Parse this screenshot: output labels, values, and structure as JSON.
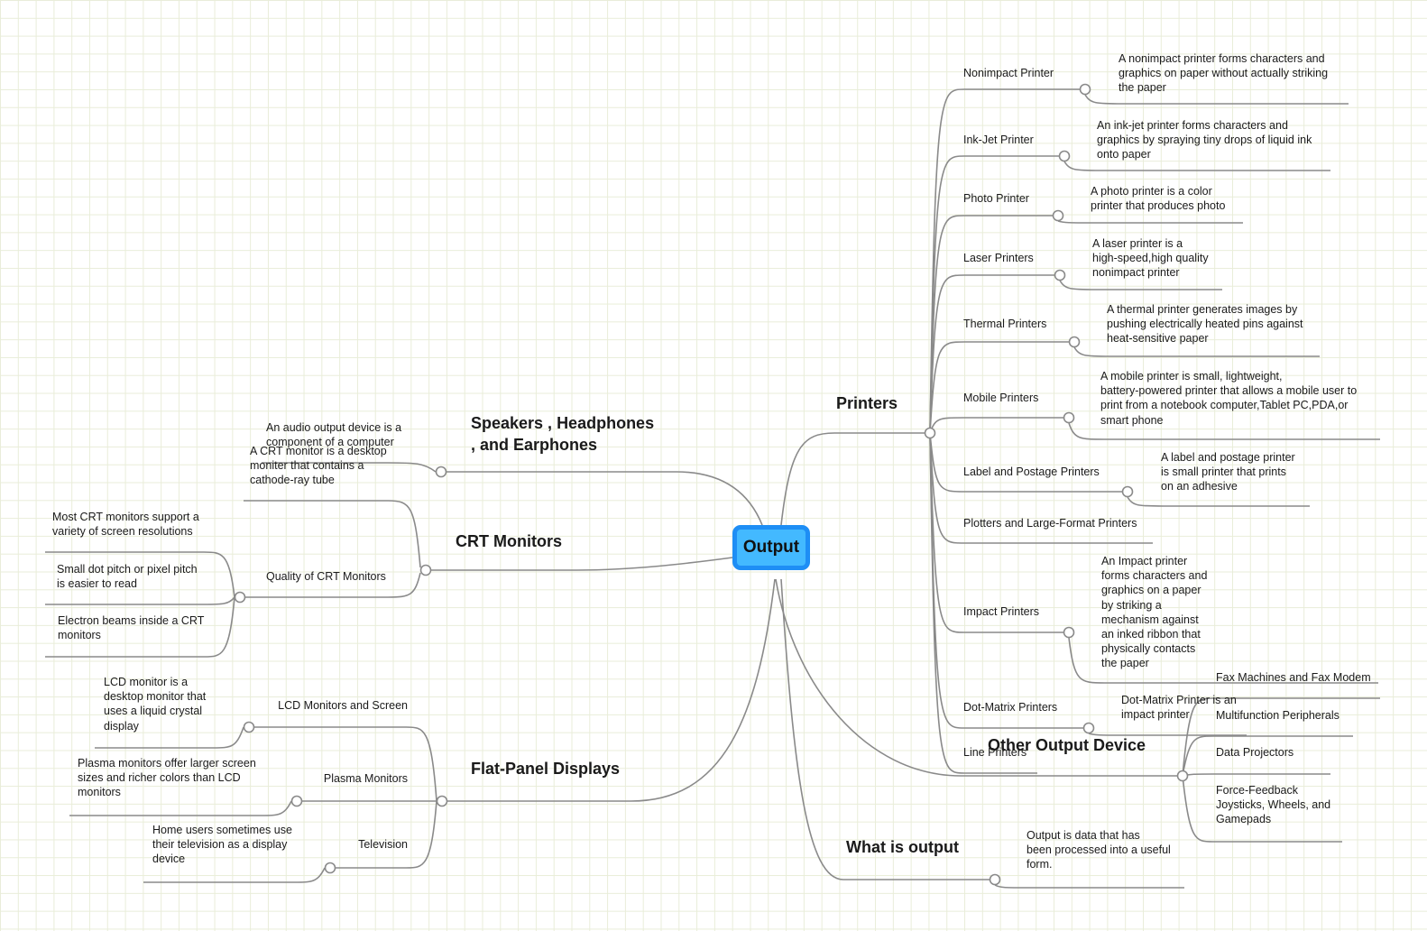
{
  "central": "Output",
  "branches": {
    "printers": {
      "label": "Printers",
      "items": [
        {
          "name": "Nonimpact Printer",
          "desc": "A nonimpact printer forms characters and\ngraphics on paper without actually striking\nthe paper"
        },
        {
          "name": "Ink-Jet Printer",
          "desc": "An ink-jet printer forms characters and\ngraphics by spraying tiny drops of liquid ink\nonto paper"
        },
        {
          "name": "Photo Printer",
          "desc": "A photo printer is a color\nprinter that produces photo"
        },
        {
          "name": "Laser Printers",
          "desc": "A laser printer is a\nhigh-speed,high quality\nnonimpact printer"
        },
        {
          "name": "Thermal Printers",
          "desc": "A thermal printer generates images by\npushing electrically heated pins against\nheat-sensitive paper"
        },
        {
          "name": "Mobile Printers",
          "desc": "A mobile printer is small, lightweight,\nbattery-powered printer that allows a mobile user to\nprint from a notebook computer,Tablet PC,PDA,or\nsmart phone"
        },
        {
          "name": "Label and Postage Printers",
          "desc": "A label and postage printer\nis small printer that prints\non an adhesive"
        },
        {
          "name": "Plotters and Large-Format Printers"
        },
        {
          "name": "Impact Printers",
          "desc": "An Impact printer\nforms characters and\ngraphics on a paper\nby striking a\nmechanism against\nan inked ribbon that\nphysically contacts\nthe paper"
        },
        {
          "name": "Dot-Matrix Printers",
          "desc": "Dot-Matrix Printer is an\nimpact printer"
        },
        {
          "name": "Line Printers"
        }
      ]
    },
    "other": {
      "label": "Other Output Device",
      "items": [
        "Fax Machines and Fax Modem",
        "Multifunction Peripherals",
        "Data Projectors",
        "Force-Feedback\nJoysticks, Wheels, and\nGamepads"
      ]
    },
    "what": {
      "label": "What is output",
      "desc": "Output is data that has\nbeen processed into a useful\nform."
    },
    "speakers": {
      "label": "Speakers , Headphones\n, and Earphones",
      "desc": "An audio output device is a\ncomponent of a computer"
    },
    "crt": {
      "label": "CRT Monitors",
      "desc": "A CRT monitor is a desktop\nmoniter that contains a\ncathode-ray tube",
      "quality": {
        "label": "Quality of CRT Monitors",
        "items": [
          "Most CRT monitors support a\nvariety of screen resolutions",
          "Small dot pitch or pixel pitch\nis easier to read",
          "Electron beams inside a CRT\nmonitors"
        ]
      }
    },
    "flat": {
      "label": "Flat-Panel Displays",
      "items": [
        {
          "name": "LCD Monitors and Screen",
          "desc": "LCD monitor is a\ndesktop monitor that\nuses a liquid crystal\ndisplay"
        },
        {
          "name": "Plasma Monitors",
          "desc": "Plasma monitors offer larger screen\nsizes and richer colors than LCD\nmonitors"
        },
        {
          "name": "Television",
          "desc": "Home users sometimes use\ntheir television as a display\ndevice"
        }
      ]
    }
  },
  "colors": {
    "line": "#8a8a8a",
    "central_fill": "#43b9ff",
    "central_border": "#1e8ef5",
    "grid": "#e9edd9"
  }
}
